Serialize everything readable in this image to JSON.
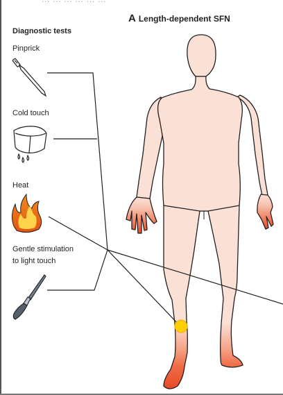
{
  "header_crop": "...  ...  ...  ... ...  ...",
  "panel": {
    "letter": "A",
    "title": "Length-dependent SFN"
  },
  "diagnostic": {
    "title": "Diagnostic tests",
    "tests": [
      {
        "label": "Pinprick",
        "icon": "pin-icon"
      },
      {
        "label": "Cold touch",
        "icon": "ice-cube-icon"
      },
      {
        "label": "Heat",
        "icon": "flame-icon"
      },
      {
        "label": "Gentle stimulation",
        "label2": "to light touch",
        "icon": "paintbrush-icon"
      }
    ]
  },
  "colors": {
    "skin": "#fbe0d6",
    "pain_gradient": "#e84a26",
    "marker": "#ffd000",
    "line": "#231f20"
  }
}
